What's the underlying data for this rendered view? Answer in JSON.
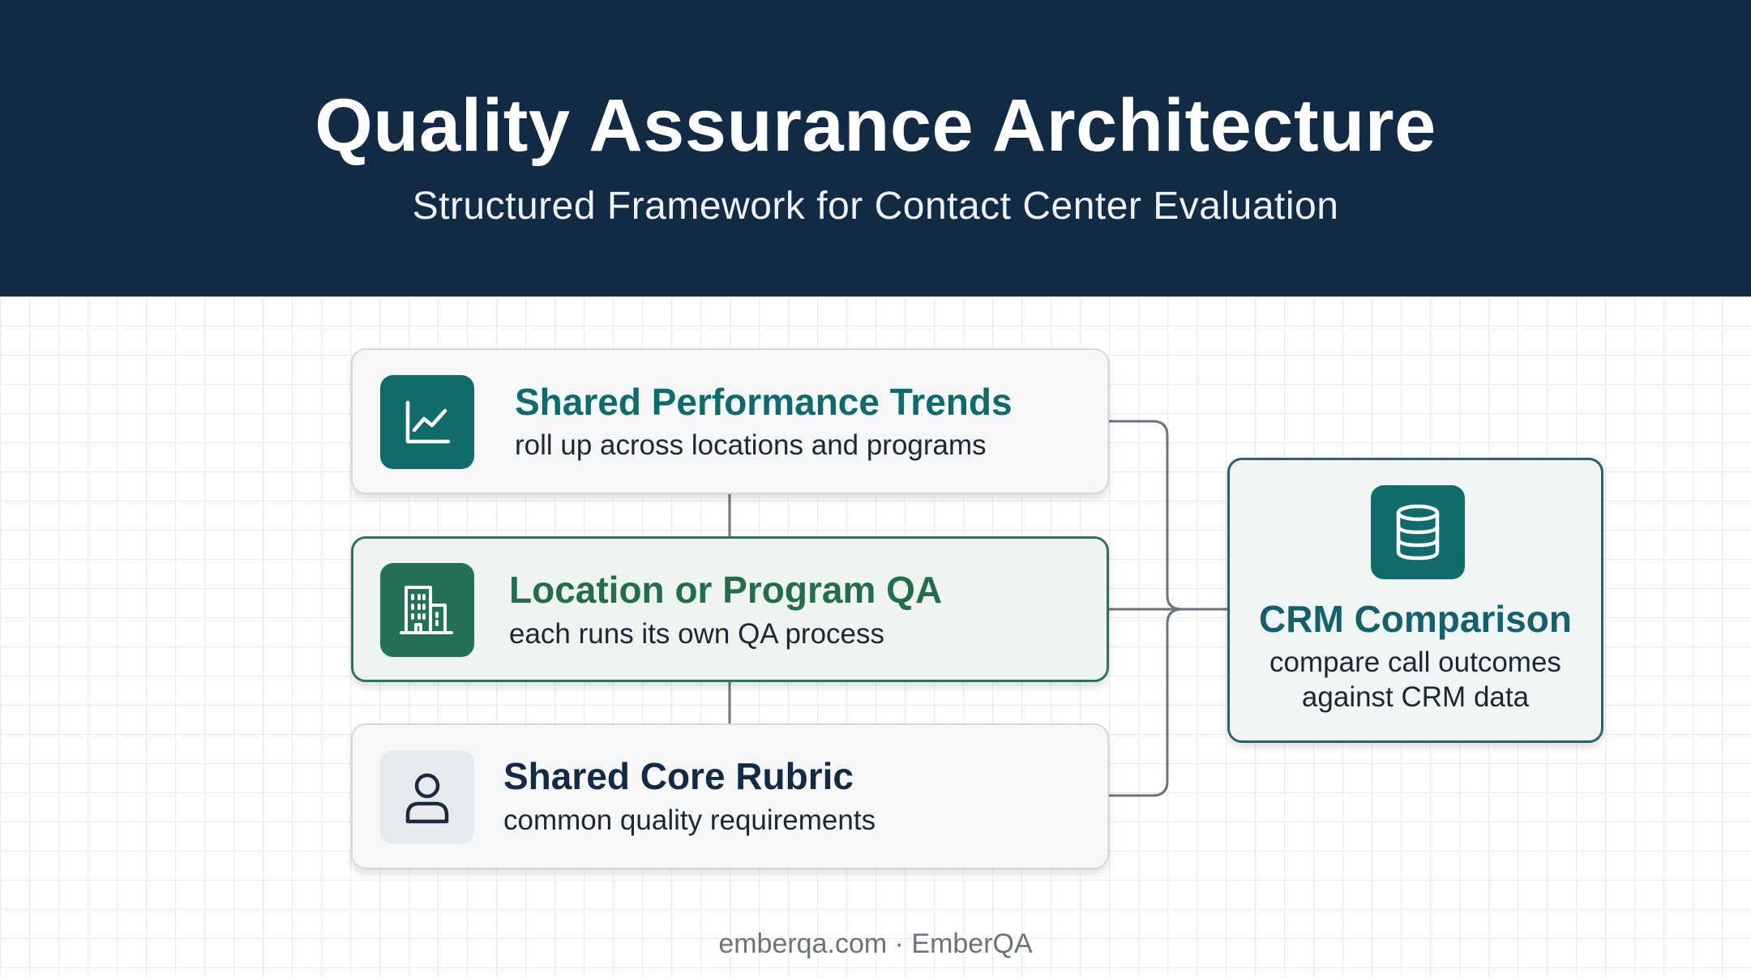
{
  "header": {
    "title": "Quality Assurance Architecture",
    "subtitle": "Structured Framework for Contact Center Evaluation"
  },
  "nodes": [
    {
      "title": "Shared Performance Trends",
      "description": "roll up across locations and programs",
      "icon": "line-chart-icon",
      "color": "#0f6b6b"
    },
    {
      "title": "Location or Program QA",
      "description": "each runs its own QA process",
      "icon": "building-icon",
      "color": "#236c4f"
    },
    {
      "title": "Shared Core Rubric",
      "description": "common quality requirements",
      "icon": "user-icon",
      "color": "#132a44"
    }
  ],
  "crm": {
    "title": "CRM Comparison",
    "description_line1": "compare call outcomes",
    "description_line2": "against CRM data",
    "icon": "database-icon",
    "color": "#15606a"
  },
  "footer": {
    "text": "emberqa.com · EmberQA"
  },
  "colors": {
    "header_bg": "#132a44",
    "teal": "#116b6a",
    "green": "#247255",
    "connector": "#6b747d"
  }
}
